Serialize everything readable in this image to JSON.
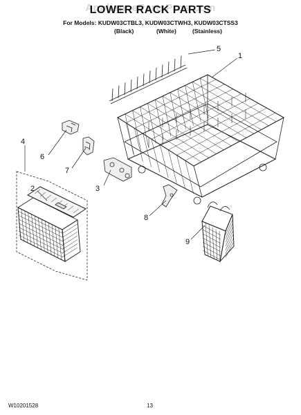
{
  "watermark": "AppliancePartsPros.com",
  "title": "LOWER RACK PARTS",
  "models_line": "For Models: KUDW03CTBL3, KUDW03CTWH3, KUDW03CTSS3",
  "colors": [
    "(Black)",
    "(White)",
    "(Stainless)"
  ],
  "callouts": [
    "1",
    "2",
    "3",
    "4",
    "5",
    "6",
    "7",
    "8",
    "9"
  ],
  "footer": {
    "doc_number": "W10201528",
    "page_number": "13"
  }
}
